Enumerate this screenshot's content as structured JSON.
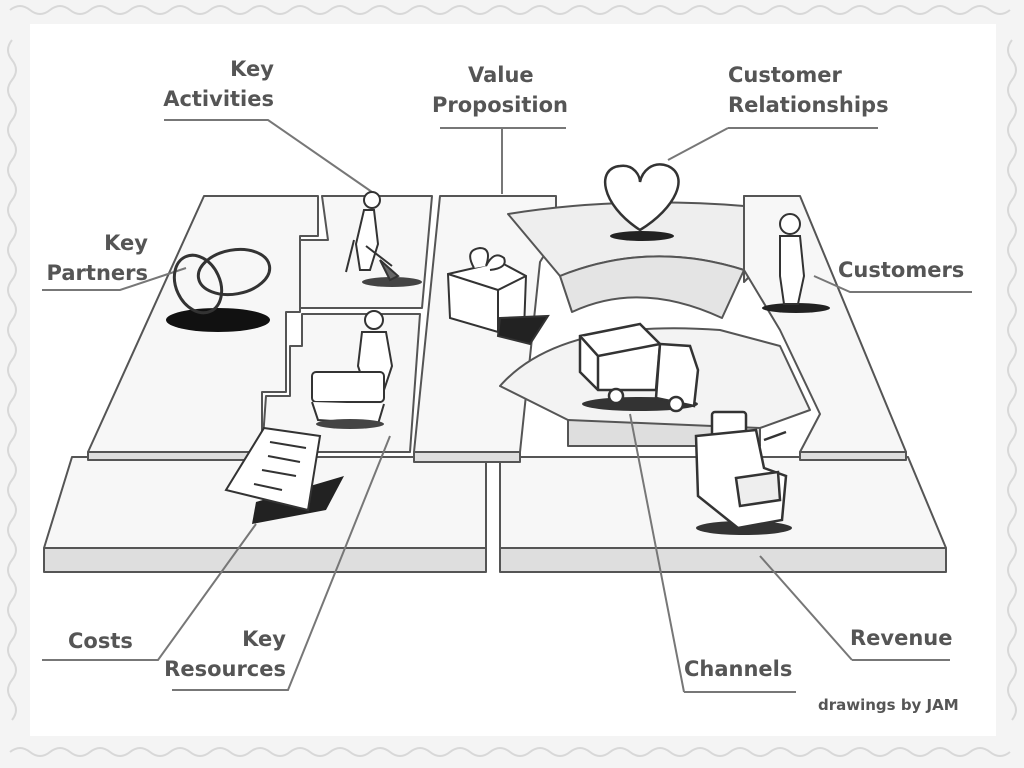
{
  "labels": {
    "key_activities": [
      "Key",
      "Activities"
    ],
    "value_proposition": [
      "Value",
      "Proposition"
    ],
    "customer_relationships": [
      "Customer",
      "Relationships"
    ],
    "key_partners": [
      "Key",
      "Partners"
    ],
    "customers": "Customers",
    "costs": "Costs",
    "key_resources": [
      "Key",
      "Resources"
    ],
    "channels": "Channels",
    "revenue": "Revenue"
  },
  "credit": "drawings by JAM",
  "colors": {
    "line": "#555555",
    "leader": "#777777",
    "board_top": "#f2f2f2",
    "board_side": "#d9d9d9",
    "background": "#f4f4f4"
  },
  "icons": [
    "rings-icon",
    "shovel-worker-icon",
    "worker-with-box-icon",
    "gift-icon",
    "heart-icon",
    "person-icon",
    "truck-icon",
    "cash-register-icon",
    "document-icon"
  ]
}
